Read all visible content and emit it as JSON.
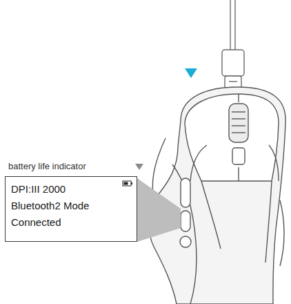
{
  "diagram": {
    "nodes": [
      {
        "text": [
          "DPI:III 2000",
          "Bluetooth2 Mode",
          "Connected"
        ]
      }
    ],
    "labels": [
      "battery life indicator"
    ]
  }
}
